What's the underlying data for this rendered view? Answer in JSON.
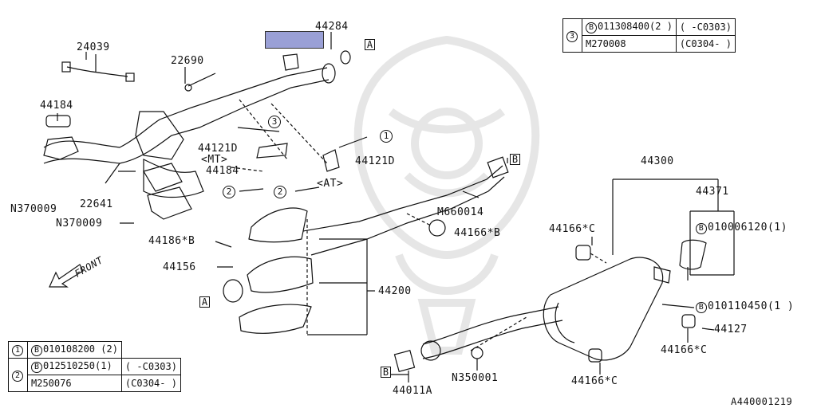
{
  "labels": {
    "p24039": "24039",
    "p22690": "22690",
    "p44284": "44284",
    "p44184a": "44184",
    "p44184b": "44184",
    "p44121d_mt": "44121D",
    "mt": "<MT>",
    "p44121d_at": "44121D",
    "at": "<AT>",
    "p22641": "22641",
    "n370009a": "N370009",
    "n370009b": "N370009",
    "p44186b": "44186*B",
    "p44156": "44156",
    "front": "FRONT",
    "m660014": "M660014",
    "p44166b": "44166*B",
    "p44200": "44200",
    "p44300": "44300",
    "p44371": "44371",
    "p44166c_a": "44166*C",
    "p44166c_b": "44166*C",
    "p44166c_c": "44166*C",
    "p44127": "44127",
    "n350001": "N350001",
    "p44011a": "44011A",
    "b010006120": "010006120(1)",
    "b010110450": "010110450(1  )",
    "diagram_id": "A440001219"
  },
  "refs": {
    "box_a": "A",
    "box_b": "B",
    "circle_1": "1",
    "circle_2": "2",
    "circle_3": "3",
    "b_mark": "B"
  },
  "table_top": {
    "index": "3",
    "rows": [
      {
        "part": "011308400(2 )",
        "range": "(    -C0303)",
        "bolt": true
      },
      {
        "part": "M270008",
        "range": "(C0304-     )",
        "bolt": false
      }
    ]
  },
  "table_bottom": {
    "row1": {
      "index": "1",
      "part": "010108200 (2)",
      "bolt": true
    },
    "row2": [
      {
        "index": "2",
        "part": "012510250(1)",
        "range": "(    -C0303)",
        "bolt": true
      },
      {
        "part": "M250076",
        "range": "(C0304-     )",
        "bolt": false
      }
    ]
  },
  "highlight_color": "#9aa0d6"
}
